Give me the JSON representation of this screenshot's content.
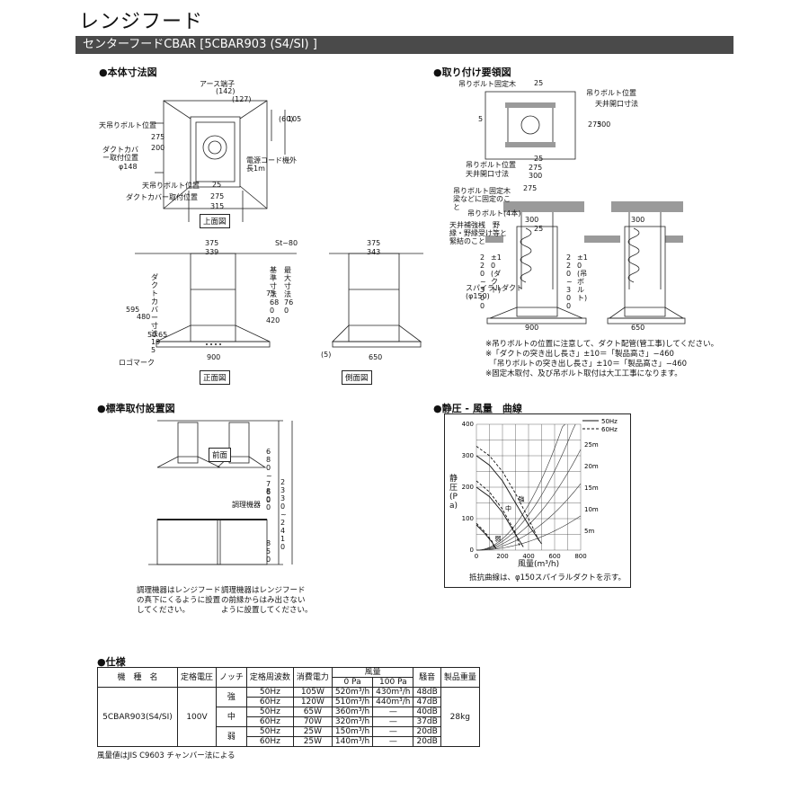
{
  "page": {
    "title": "レンジフード",
    "subtitle": "センターフードCBAR [5CBAR903 (S4/SI) ]"
  },
  "sections": {
    "dimensions": "●本体寸法図",
    "install": "●取り付け要領図",
    "standard": "●標準取付設置図",
    "curve": "●静圧 - 風量　曲線",
    "spec": "●仕様"
  },
  "dim_top": {
    "labels": [
      "アース端子",
      "(142)",
      "(127)",
      "天吊りボルト位置",
      "ダクトカバー取付位置",
      "φ148",
      "天吊りボルト位置",
      "ダクトカバー取付位置",
      "電源コード機外長1m"
    ],
    "dims": [
      "275",
      "200",
      "(60)",
      "105",
      "25",
      "275",
      "315"
    ],
    "caption": "上面図"
  },
  "dim_front": {
    "dims": [
      "375",
      "339",
      "595",
      "480",
      "50",
      "65",
      "900",
      "420",
      "75",
      "St~80",
      "基準寸法680",
      "最大寸法760"
    ],
    "labels": [
      "ダクトカバー寸法195",
      "ロゴマーク"
    ],
    "caption": "正面図"
  },
  "dim_side": {
    "dims": [
      "375",
      "343",
      "(5)",
      "650"
    ],
    "caption": "側面図"
  },
  "install_top": {
    "labels": [
      "吊りボルト固定木",
      "吊りボルト位置",
      "天井開口寸法",
      "吊りボルト位置",
      "天井開口寸法"
    ],
    "dims": [
      "25",
      "5",
      "275",
      "300",
      "25",
      "275",
      "300"
    ]
  },
  "install_front": {
    "labels": [
      "吊りボルト固定木　梁などに固定のこと",
      "吊りボルト(4本)",
      "天井補強桟　野縁・野縁受け等と緊結のこと",
      "スパイラルダクト",
      "(φ150)"
    ],
    "dims": [
      "275",
      "300",
      "25",
      "220~300",
      "±10(ダクト)",
      "220~300",
      "±10(吊ボルト)",
      "900",
      "300",
      "650"
    ]
  },
  "install_notes": "※吊りボルトの位置に注意して、ダクト配管(管工事)してください。\n※「ダクトの突き出し長さ」±10＝「製品高さ」−460\n　「吊りボルトの突き出し長さ」±10＝「製品高さ」−460\n※固定木取付、及び吊ボルト取付は大工工事になります。",
  "standard": {
    "labels": [
      "前面",
      "調理機器"
    ],
    "dims": [
      "680~760",
      "800",
      "850",
      "2330~2410"
    ],
    "note1": "調理機器はレンジフード\nの真下にくるように設置\nしてください。",
    "note2": "調理機器はレンジフード\nの前縁からはみ出さない\nように設置してください。"
  },
  "chart_data": {
    "type": "line",
    "ylabel": "静圧(Pa)",
    "xlabel": "風量(m³/h)",
    "xlim": [
      0,
      800
    ],
    "ylim": [
      0,
      400
    ],
    "x_ticks": [
      "0",
      "200",
      "400",
      "600",
      "800"
    ],
    "y_ticks": [
      "0",
      "100",
      "200",
      "300",
      "400"
    ],
    "legend": [
      "50Hz",
      "60Hz"
    ],
    "duct_lengths": [
      "25m",
      "20m",
      "15m",
      "10m",
      "5m"
    ],
    "series_labels": [
      "強",
      "中",
      "弱"
    ],
    "series": [
      {
        "name": "50Hz",
        "label": "強",
        "x": [
          0,
          100,
          200,
          300,
          400,
          500
        ],
        "y": [
          300,
          270,
          220,
          150,
          80,
          20
        ]
      },
      {
        "name": "60Hz",
        "label": "強",
        "x": [
          0,
          100,
          200,
          300,
          400,
          480
        ],
        "y": [
          330,
          300,
          250,
          180,
          100,
          30
        ]
      },
      {
        "name": "50Hz",
        "label": "中",
        "x": [
          0,
          100,
          200,
          300,
          360
        ],
        "y": [
          200,
          170,
          120,
          50,
          10
        ]
      },
      {
        "name": "60Hz",
        "label": "中",
        "x": [
          0,
          100,
          200,
          300,
          330
        ],
        "y": [
          220,
          185,
          130,
          55,
          15
        ]
      },
      {
        "name": "50Hz",
        "label": "弱",
        "x": [
          0,
          60,
          120,
          150
        ],
        "y": [
          80,
          55,
          25,
          5
        ]
      },
      {
        "name": "60Hz",
        "label": "弱",
        "x": [
          0,
          60,
          120,
          140
        ],
        "y": [
          85,
          60,
          28,
          5
        ]
      }
    ],
    "note": "抵抗曲線は、φ150スパイラルダクトを示す。"
  },
  "spec": {
    "headers": [
      "機　種　名",
      "定格電圧",
      "ノッチ",
      "定格周波数",
      "消費電力",
      "風量",
      "騒音",
      "製品重量"
    ],
    "subheaders": [
      "0 Pa",
      "100 Pa"
    ],
    "model": "5CBAR903(S4/SI)",
    "voltage": "100V",
    "weight": "28kg",
    "rows": [
      {
        "notch": "強",
        "hz": "50Hz",
        "w": "105W",
        "f0": "520m³/h",
        "f100": "430m³/h",
        "db": "48dB"
      },
      {
        "notch": "",
        "hz": "60Hz",
        "w": "120W",
        "f0": "510m³/h",
        "f100": "440m³/h",
        "db": "47dB"
      },
      {
        "notch": "中",
        "hz": "50Hz",
        "w": "65W",
        "f0": "360m³/h",
        "f100": "—",
        "db": "40dB"
      },
      {
        "notch": "",
        "hz": "60Hz",
        "w": "70W",
        "f0": "320m³/h",
        "f100": "—",
        "db": "37dB"
      },
      {
        "notch": "弱",
        "hz": "50Hz",
        "w": "25W",
        "f0": "150m³/h",
        "f100": "—",
        "db": "20dB"
      },
      {
        "notch": "",
        "hz": "60Hz",
        "w": "25W",
        "f0": "140m³/h",
        "f100": "—",
        "db": "20dB"
      }
    ],
    "footnote": "風量値はJIS C9603 チャンバー法による"
  }
}
